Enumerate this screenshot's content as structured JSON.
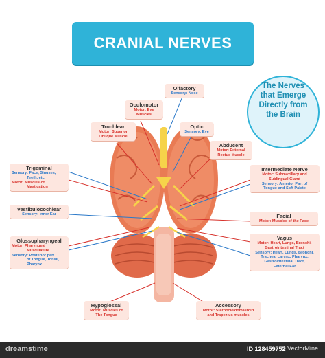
{
  "title": "CRANIAL NERVES",
  "tagline": [
    "The Nerves",
    "that Emerge",
    "Directly from",
    "the Brain"
  ],
  "colors": {
    "title_bg": "#2fb3d8",
    "label_bg": "#fde6df",
    "motor": "#d7312b",
    "sensory": "#2a78c8",
    "brain": "#e97b54"
  },
  "nerves": {
    "olfactory": {
      "name": "Olfactory",
      "sensory": "Sensory: Nose"
    },
    "oculomotor": {
      "name": "Oculomotor",
      "motor": "Motor: Eye",
      "motor2": "Muscles"
    },
    "trochlear": {
      "name": "Trochlear",
      "motor": "Motor: Superior",
      "motor2": "Oblique Muscle"
    },
    "optic": {
      "name": "Optic",
      "sensory": "Sensory: Eye"
    },
    "abducent": {
      "name": "Abducent",
      "motor": "Motor: External",
      "motor2": "Rectus Muscle"
    },
    "trigeminal": {
      "name": "Trigeminal",
      "sensory": "Sensory: Face, Sinuses,",
      "sensory2": "Teeth, etc.",
      "motor": "Motor: Muscles of",
      "motor2": "Mastication"
    },
    "intermediate": {
      "name": "Intermediate Nerve",
      "motor": "Motor: Submaxillary and",
      "motor2": "Sublingual Gland",
      "sensory": "Sensory: Anterior Part of",
      "sensory2": "Tongue and Soft Palete"
    },
    "vestibulocochlear": {
      "name": "Vestibulocochlear",
      "sensory": "Sensory: Inner Ear"
    },
    "facial": {
      "name": "Facial",
      "motor": "Motor: Muscles of the Face"
    },
    "glossopharyngeal": {
      "name": "Glossopharyngeal",
      "motor": "Motor: Pharyngeal",
      "motor2": "Musculature",
      "sensory": "Sensory: Posterior part",
      "sensory2": "of Tongue, Tonsil,",
      "sensory3": "Pharynx"
    },
    "vagus": {
      "name": "Vagus",
      "motor": "Motor: Heart, Lungs, Bronchi,",
      "motor2": "Gastrointestinal Tract",
      "sensory": "Sensory: Heart, Lungs, Bronchi,",
      "sensory2": "Trachea, Larynx, Pharynx,",
      "sensory3": "Gastrointestinal Tract,",
      "sensory4": "External Ear"
    },
    "hypoglossal": {
      "name": "Hypoglossal",
      "motor": "Motor: Muscles of",
      "motor2": "The Tongue"
    },
    "accessory": {
      "name": "Accessory",
      "motor": "Motor: Sternocleidomastoid",
      "motor2": "and Trapezius muscles"
    }
  },
  "footer": {
    "brand": "dreamstime",
    "id": "ID 128459752",
    "credit": "© VectorMine"
  }
}
